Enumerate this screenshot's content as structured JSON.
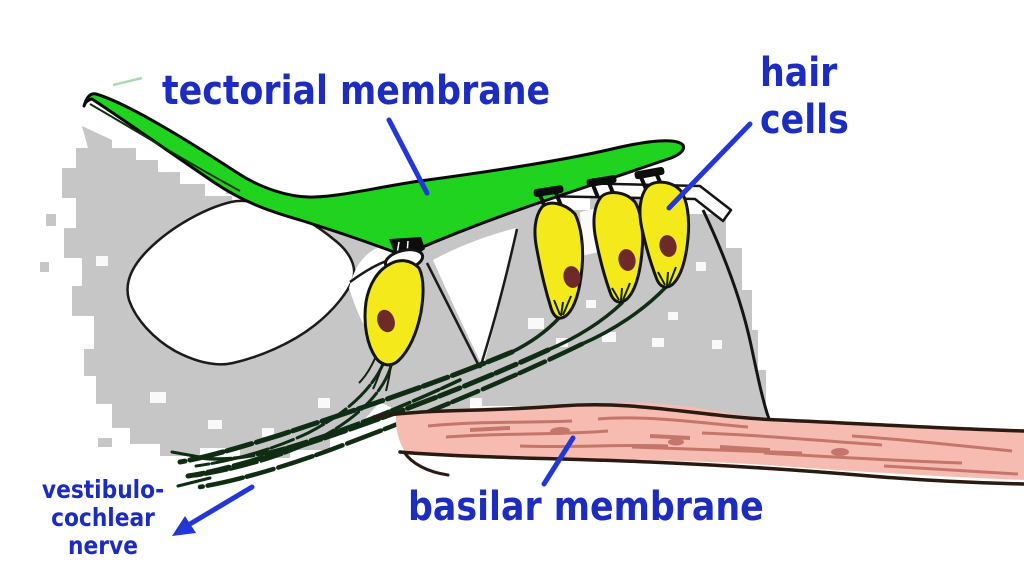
{
  "labels": {
    "tectorial_membrane": "tectorial membrane",
    "hair_cells": [
      "hair",
      "cells"
    ],
    "vestibulocochlear_nerve": [
      "vestibulo-",
      "cochlear",
      "nerve"
    ],
    "basilar_membrane": "basilar membrane"
  },
  "palette": {
    "label_blue": "#1c2bc0",
    "pointer_blue": "#2337d8",
    "tectorial_green": "#1fd31f",
    "hair_cell_yellow": "#f4e91a",
    "nucleus_maroon": "#6e2a28",
    "supporting_tissue_gray": "#c6c6c6",
    "basilar_pink": "#f6bcb2",
    "basilar_fiber_pink": "#c5766a",
    "nerve_dark_green": "#0f2d13",
    "outline_black": "#141414",
    "background": "#ffffff"
  }
}
